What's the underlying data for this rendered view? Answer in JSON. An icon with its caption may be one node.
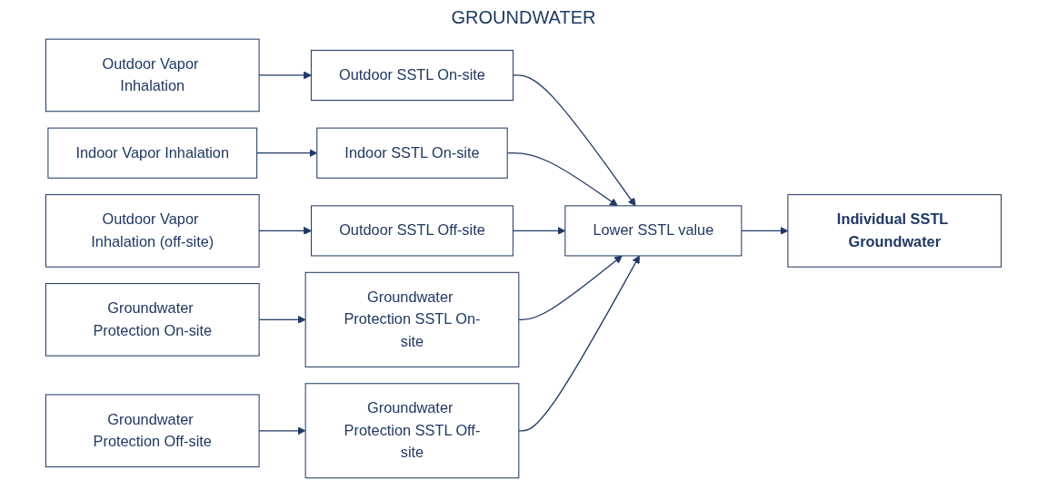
{
  "diagram": {
    "title": "GROUNDWATER",
    "nodes": [
      {
        "text": [
          "Outdoor Vapor Inhalation"
        ]
      },
      {
        "text": [
          "Indoor Vapor Inhalation"
        ]
      },
      {
        "text": [
          "Outdoor Vapor Inhalation (off-site)"
        ]
      },
      {
        "text": [
          "Groundwater Protection On-site"
        ]
      },
      {
        "text": [
          "Groundwater Protection Off-site"
        ]
      },
      {
        "text": [
          "Outdoor SSTL On-site"
        ]
      },
      {
        "text": [
          "Indoor SSTL On-site"
        ]
      },
      {
        "text": [
          "Outdoor SSTL Off-site"
        ]
      },
      {
        "text": [
          "Groundwater Protection SSTL On-site"
        ]
      },
      {
        "text": [
          "Groundwater Protection SSTL Off-site"
        ]
      },
      {
        "text": [
          "Lower SSTL value"
        ]
      },
      {
        "text": [
          "Individual SSTL Groundwater"
        ]
      }
    ],
    "edges": [
      {
        "from": 0,
        "to": 5,
        "arrow": "to"
      },
      {
        "from": 1,
        "to": 6,
        "arrow": "to"
      },
      {
        "from": 2,
        "to": 7,
        "arrow": "to"
      },
      {
        "from": 3,
        "to": 8,
        "arrow": "to"
      },
      {
        "from": 4,
        "to": 9,
        "arrow": "to"
      },
      {
        "from": 5,
        "to": 10,
        "arrow": "to"
      },
      {
        "from": 6,
        "to": 10,
        "arrow": "to"
      },
      {
        "from": 7,
        "to": 10,
        "arrow": "to"
      },
      {
        "from": 8,
        "to": 10,
        "arrow": "to"
      },
      {
        "from": 9,
        "to": 10,
        "arrow": "to"
      },
      {
        "from": 10,
        "to": 11,
        "arrow": "to"
      }
    ]
  }
}
